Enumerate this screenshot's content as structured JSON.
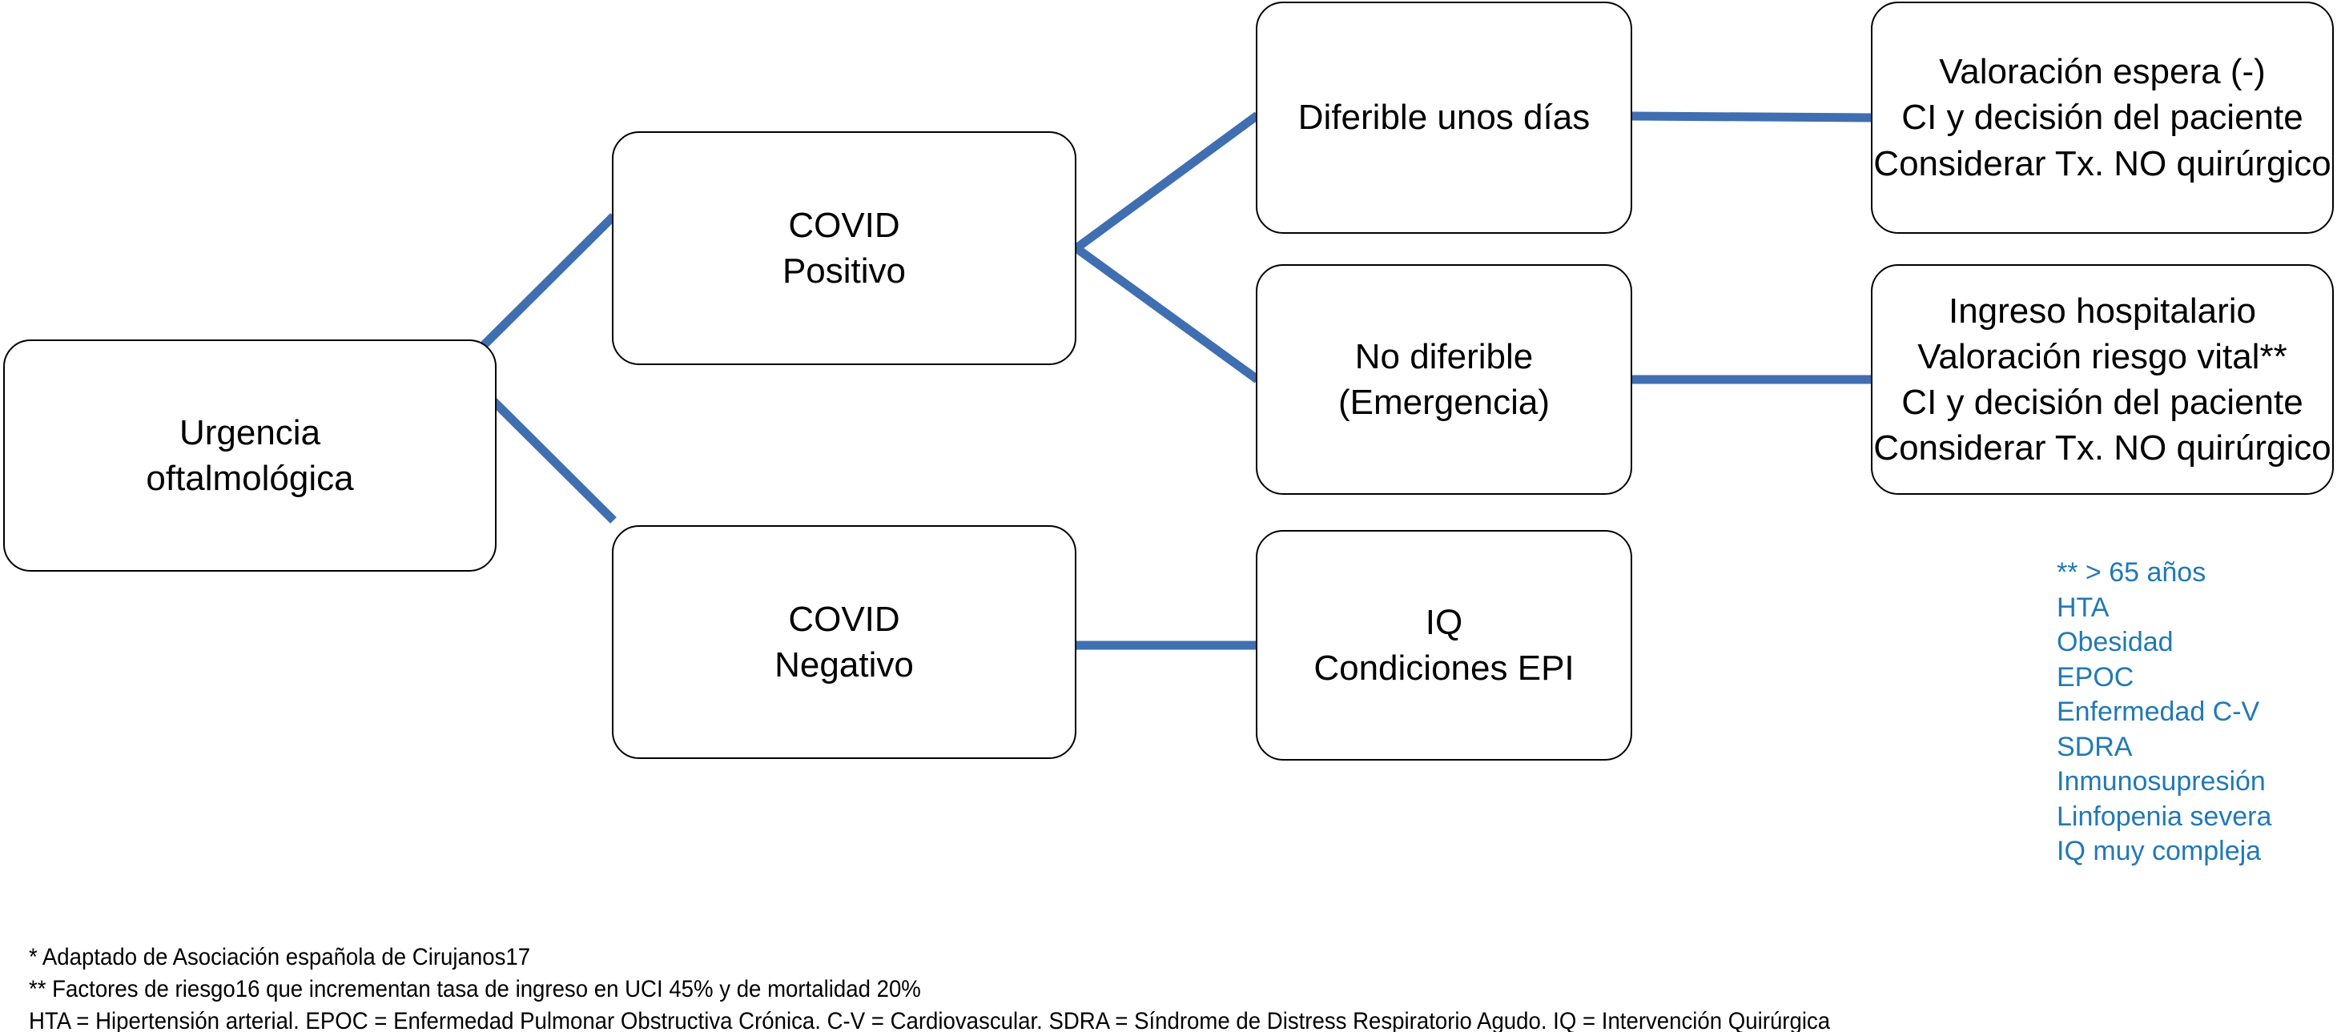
{
  "diagram": {
    "type": "flowchart",
    "title": "Urgencia oftalmologica COVID triage flowchart",
    "edge_color": "#3f6fb0",
    "node_border_color": "#000000",
    "node_fill_color": "#ffffff",
    "legend_color": "#2179b5",
    "footnote_color": "#000000"
  },
  "nodes": {
    "urgencia": {
      "lines": [
        "Urgencia",
        "oftalmológica"
      ]
    },
    "covid_pos": {
      "lines": [
        "COVID",
        "Positivo"
      ]
    },
    "covid_neg": {
      "lines": [
        "COVID",
        "Negativo"
      ]
    },
    "diferible": {
      "lines": [
        "Diferible unos días"
      ]
    },
    "no_diferible": {
      "lines": [
        "No diferible",
        "(Emergencia)"
      ]
    },
    "iq_epi": {
      "lines": [
        "IQ",
        "Condiciones EPI"
      ]
    },
    "valoracion": {
      "lines": [
        "Valoración espera (-)",
        "CI y decisión del paciente",
        "Considerar Tx. NO quirúrgico"
      ]
    },
    "ingreso": {
      "lines": [
        "Ingreso hospitalario",
        "Valoración riesgo vital**",
        "CI y decisión del paciente",
        "Considerar Tx. NO quirúrgico"
      ]
    }
  },
  "edges": [
    {
      "from": "urgencia",
      "to": "covid_pos",
      "kind": "branch-up"
    },
    {
      "from": "urgencia",
      "to": "covid_neg",
      "kind": "branch-down"
    },
    {
      "from": "covid_pos",
      "to": "diferible",
      "kind": "branch-up"
    },
    {
      "from": "covid_pos",
      "to": "no_diferible",
      "kind": "branch-down"
    },
    {
      "from": "diferible",
      "to": "valoracion",
      "kind": "straight"
    },
    {
      "from": "no_diferible",
      "to": "ingreso",
      "kind": "straight"
    },
    {
      "from": "covid_neg",
      "to": "iq_epi",
      "kind": "straight"
    }
  ],
  "legend": {
    "items": [
      "** > 65 años",
      "HTA",
      "Obesidad",
      "EPOC",
      "Enfermedad C-V",
      "SDRA",
      "Inmunosupresión",
      "Linfopenia severa",
      "IQ muy compleja"
    ]
  },
  "footnotes": {
    "lines": [
      "* Adaptado de Asociación española de Cirujanos17",
      "** Factores de riesgo16 que incrementan tasa de ingreso en UCI 45% y de mortalidad 20%",
      "HTA = Hipertensión arterial. EPOC = Enfermedad Pulmonar Obstructiva Crónica. C-V = Cardiovascular. SDRA = Síndrome de Distress Respiratorio Agudo. IQ = Intervención Quirúrgica"
    ]
  }
}
